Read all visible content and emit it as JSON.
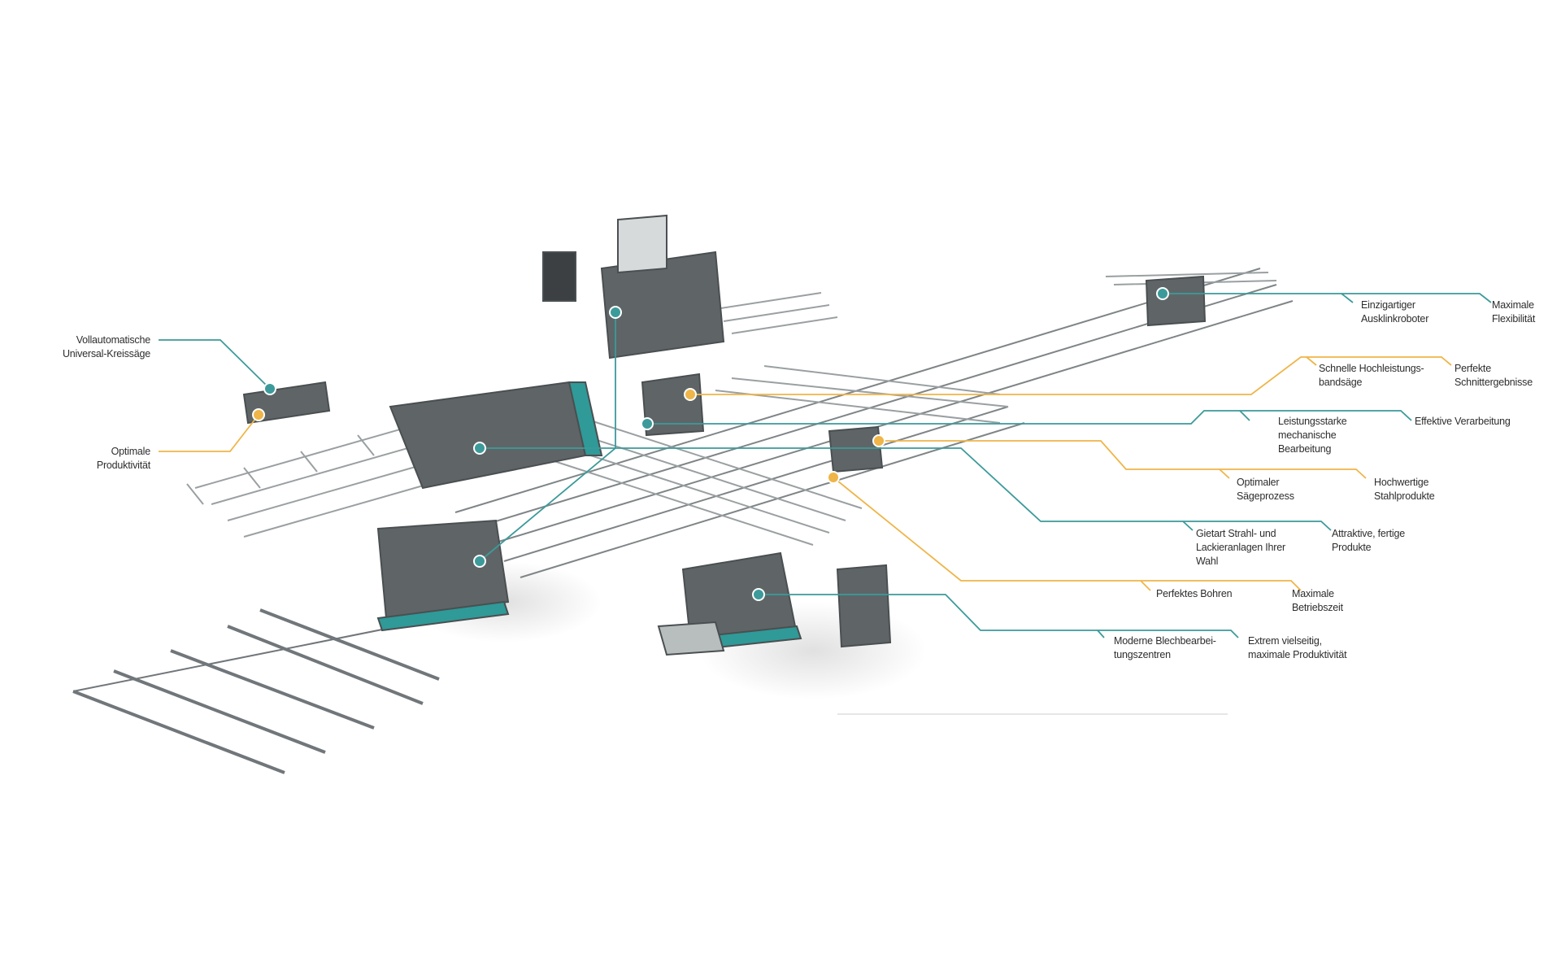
{
  "colors": {
    "teal": "#3d9a9a",
    "orange": "#efb548",
    "machine": "#6a7072",
    "rail": "#8d9294"
  },
  "labels": {
    "kreissaege": [
      "Vollautomatische",
      "Universal-Kreissäge"
    ],
    "produktivitaet": [
      "Optimale",
      "Produktivität"
    ],
    "ausklink": [
      "Einzigartiger",
      "Ausklinkroboter"
    ],
    "flexibilitaet": [
      "Maximale",
      "Flexibilität"
    ],
    "bandsaege": [
      "Schnelle Hochleistungs-",
      "bandsäge"
    ],
    "schnitt": [
      "Perfekte",
      "Schnittergebnisse"
    ],
    "mechanisch": [
      "Leistungsstarke",
      "mechanische",
      "Bearbeitung"
    ],
    "effektiv": [
      "Effektive Verarbeitung"
    ],
    "saegeprozess": [
      "Optimaler",
      "Sägeprozess"
    ],
    "stahl": [
      "Hochwertige",
      "Stahlprodukte"
    ],
    "strahl": [
      "Gietart Strahl- und",
      "Lackieranlagen Ihrer",
      "Wahl"
    ],
    "attraktiv": [
      "Attraktive, fertige",
      "Produkte"
    ],
    "bohren": [
      "Perfektes Bohren"
    ],
    "betriebszeit": [
      "Maximale",
      "Betriebszeit"
    ],
    "blech": [
      "Moderne Blechbearbei-",
      "tungszentren"
    ],
    "vielseitig": [
      "Extrem vielseitig,",
      "maximale Produktivität"
    ]
  }
}
